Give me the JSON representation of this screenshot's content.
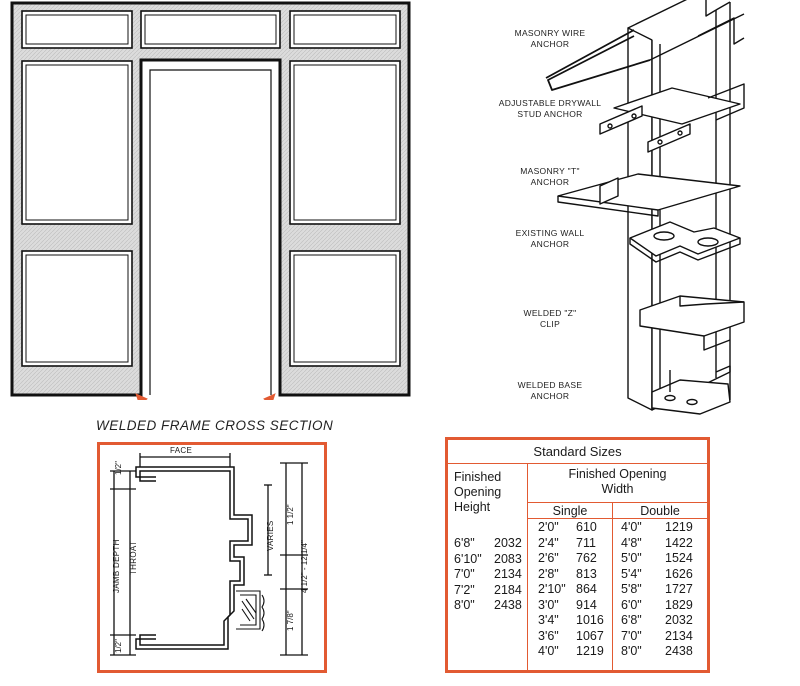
{
  "elevation": {
    "caption": "WELDED FRAME CROSS SECTION"
  },
  "anchors": {
    "items": [
      {
        "label": "MASONRY WIRE\nANCHOR"
      },
      {
        "label": "ADJUSTABLE DRYWALL\nSTUD ANCHOR"
      },
      {
        "label": "MASONRY \"T\"\nANCHOR"
      },
      {
        "label": "EXISTING WALL\nANCHOR"
      },
      {
        "label": "WELDED \"Z\"\nCLIP"
      },
      {
        "label": "WELDED BASE\nANCHOR"
      }
    ]
  },
  "section": {
    "face": "FACE",
    "jamb_depth": "JAMB DEPTH",
    "throat": "THROAT",
    "varies": "VARIES",
    "dim_top": "1/2\"",
    "dim_bottom": "1/2\"",
    "dim_right_top": "1 1/2\"",
    "dim_right_mid": "4 1/2\" - 12 1/4\"",
    "dim_right_bottom": "1 7/8\""
  },
  "sizes": {
    "title": "Standard Sizes",
    "height_header": "Finished\nOpening\nHeight",
    "width_header": "Finished Opening\nWidth",
    "single_header": "Single",
    "double_header": "Double",
    "heights": [
      {
        "imperial": "6'8\"",
        "metric": "2032"
      },
      {
        "imperial": "6'10\"",
        "metric": "2083"
      },
      {
        "imperial": "7'0\"",
        "metric": "2134"
      },
      {
        "imperial": "7'2\"",
        "metric": "2184"
      },
      {
        "imperial": "8'0\"",
        "metric": "2438"
      }
    ],
    "single": [
      {
        "imperial": "2'0\"",
        "metric": "610"
      },
      {
        "imperial": "2'4\"",
        "metric": "711"
      },
      {
        "imperial": "2'6\"",
        "metric": "762"
      },
      {
        "imperial": "2'8\"",
        "metric": "813"
      },
      {
        "imperial": "2'10\"",
        "metric": "864"
      },
      {
        "imperial": "3'0\"",
        "metric": "914"
      },
      {
        "imperial": "3'4\"",
        "metric": "1016"
      },
      {
        "imperial": "3'6\"",
        "metric": "1067"
      },
      {
        "imperial": "4'0\"",
        "metric": "1219"
      }
    ],
    "double": [
      {
        "imperial": "4'0\"",
        "metric": "1219"
      },
      {
        "imperial": "4'8\"",
        "metric": "1422"
      },
      {
        "imperial": "5'0\"",
        "metric": "1524"
      },
      {
        "imperial": "5'4\"",
        "metric": "1626"
      },
      {
        "imperial": "5'8\"",
        "metric": "1727"
      },
      {
        "imperial": "6'0\"",
        "metric": "1829"
      },
      {
        "imperial": "6'8\"",
        "metric": "2032"
      },
      {
        "imperial": "7'0\"",
        "metric": "2134"
      },
      {
        "imperial": "8'0\"",
        "metric": "2438"
      }
    ]
  },
  "colors": {
    "accent": "#e25a32",
    "line": "#1a1a1a",
    "fill": "#d9d9d9"
  }
}
